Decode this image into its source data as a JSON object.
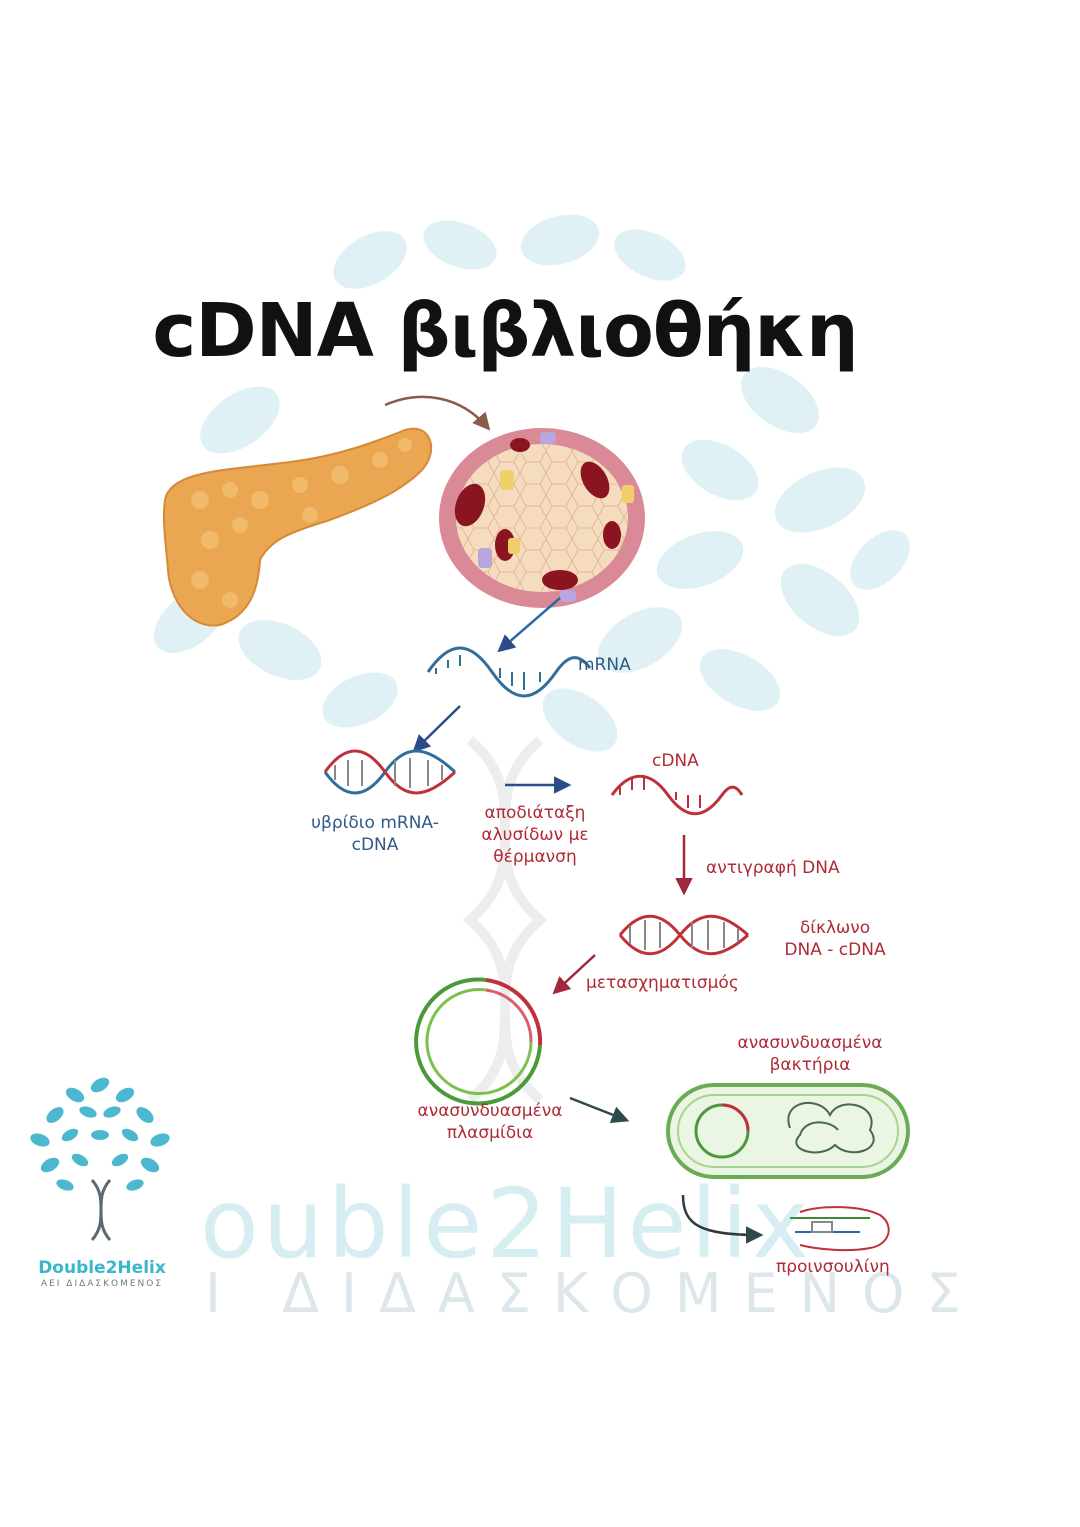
{
  "title": "cDNA βιβλιοθήκη",
  "labels": {
    "mrna": "mRNA",
    "hybrid_line1": "υβρίδιο mRNA-",
    "hybrid_line2": "cDNA",
    "denature_line1": "αποδιάταξη",
    "denature_line2": "αλυσίδων με",
    "denature_line3": "θέρμανση",
    "cdna": "cDNA",
    "dna_copy": "αντιγραφή DNA",
    "ds_line1": "δίκλωνο",
    "ds_line2": "DNA - cDNA",
    "transform": "μετασχηματισμός",
    "plasmids_line1": "ανασυνδυασμένα",
    "plasmids_line2": "πλασμίδια",
    "bacteria_line1": "ανασυνδυασμένα",
    "bacteria_line2": "βακτήρια",
    "proinsulin": "προινσουλίνη"
  },
  "logo": {
    "name": "Double2Helix",
    "tagline": "ΑΕΙ ΔΙΔΑΣΚΟΜΕΝΟΣ"
  },
  "watermark": {
    "word": "ouble2Helix",
    "subtitle": "Ι ΔΙΔΑΣΚΟΜΕΝΟΣ"
  },
  "colors": {
    "mrna_blue": "#2f6f9a",
    "cdna_red": "#c0303a",
    "plasmid_green": "#4a9a3a",
    "pancreas_orange": "#e9a24e",
    "watermark_teal": "#bfe4ec"
  }
}
